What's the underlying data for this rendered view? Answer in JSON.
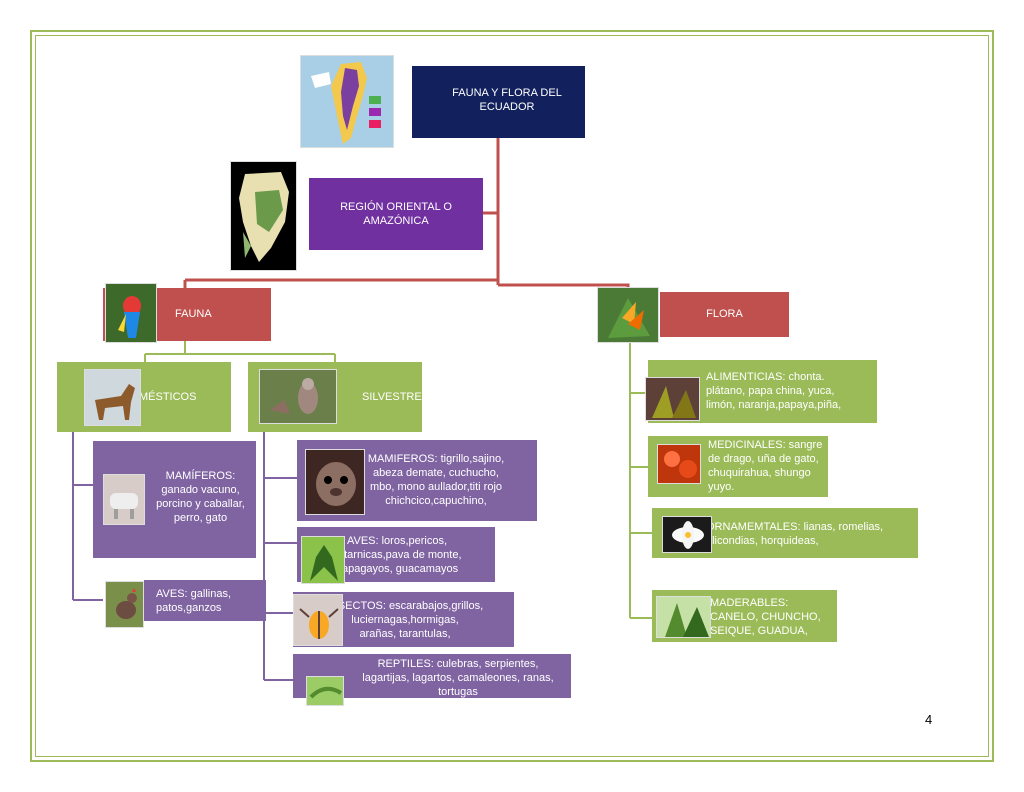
{
  "diagram": {
    "root": {
      "title": "FAUNA Y FLORA DEL\nECUADOR"
    },
    "region": {
      "title": "REGIÓN ORIENTAL O\nAMAZÓNICA"
    },
    "fauna": {
      "title": "FAUNA",
      "domesticos": {
        "title": "MÉSTICOS",
        "mamiferos": "MAMÍFEROS:\nganado vacuno,\nporcino y caballar,\nperro, gato",
        "aves": "AVES: gallinas,\npatos,ganzos"
      },
      "silvestres": {
        "title": "SILVESTRES:",
        "mamiferos": "MAMIFEROS: tigrillo,sajino,\nabeza demate, cuchucho,\nmbo, mono aullador,titi rojo\nchichcico,capuchino,",
        "aves": "AVES: loros,pericos,\ncatarnicas,pava de monte,\npapagayos, guacamayos",
        "insectos": "INSECTOS: escarabajos,grillos,\nluciernagas,hormigas,\narañas, tarantulas,",
        "reptiles": "REPTILES: culebras, serpientes,\nlagartijas, lagartos, camaleones, ranas,\ntortugas"
      }
    },
    "flora": {
      "title": "FLORA",
      "alimenticias": "ALIMENTICIAS:    chonta.\nplátano, papa     china, yuca,\nlimón,   naranja,papaya,piña,",
      "medicinales": "MEDICINALES: sangre\nde drago, uña de gato,\nchuquirahua, shungo\nyuyo.",
      "ornamentales": "ORNAMEMTALES: lianas, romelias,\nelicondias, horquideas,",
      "maderables": "MADERABLES:\nCANELO,  CHUNCHO,\nSEIQUE, GUADUA,"
    }
  },
  "page_number": "4",
  "colors": {
    "root": "#12215e",
    "region": "#7030a0",
    "fauna_flora": "#c0504d",
    "category": "#9bbb59",
    "items": "#8064a2",
    "connector_red": "#c0504d",
    "connector_green": "#9bbb59",
    "connector_purple": "#8064a2"
  }
}
